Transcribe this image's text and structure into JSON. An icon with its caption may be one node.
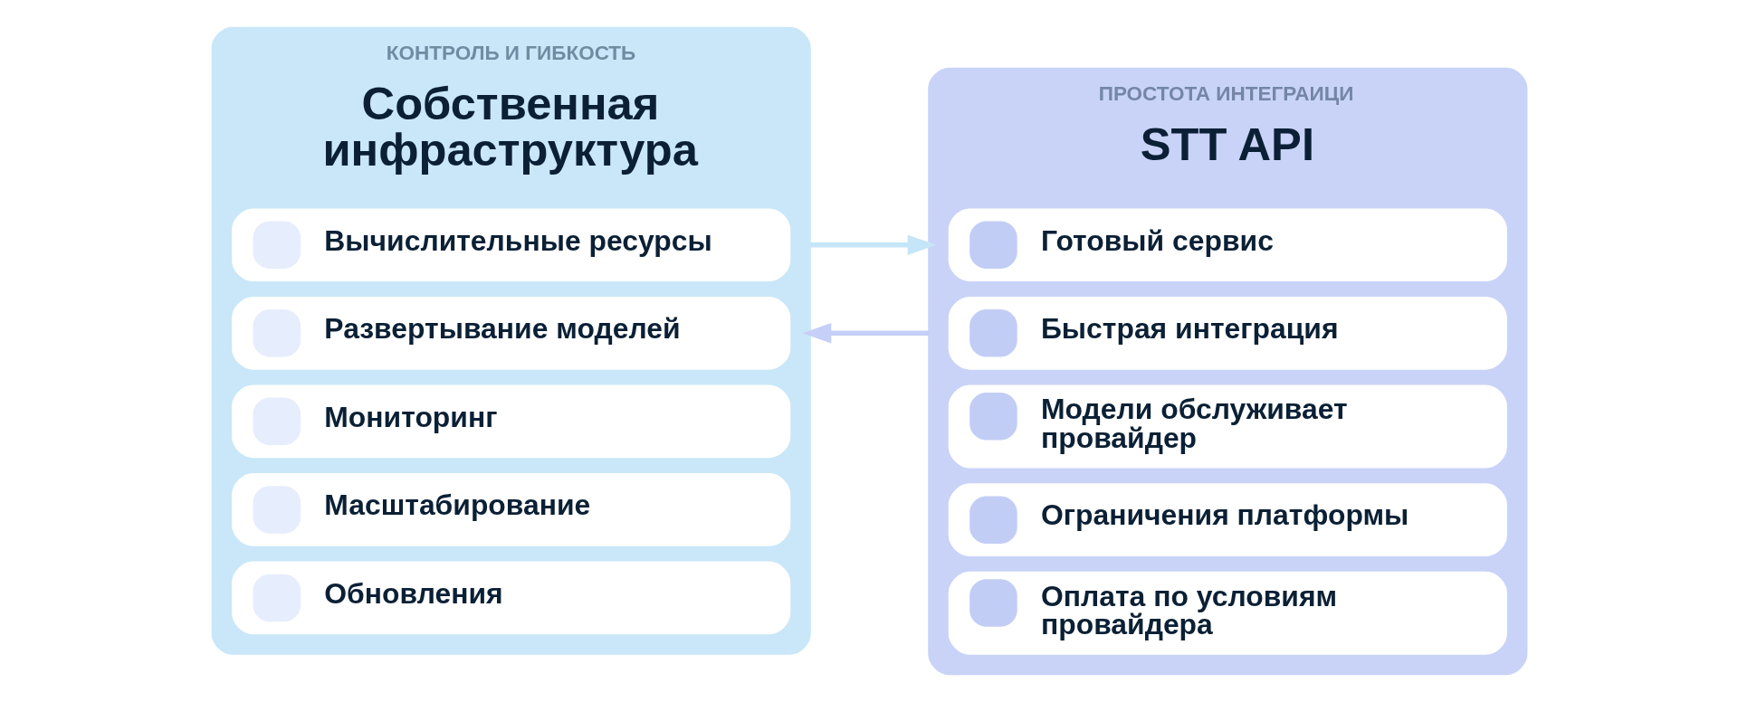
{
  "diagram": {
    "nodes": [
      {
        "text": [
          "КОНТРОЛЬ И ГИБКОСТЬ",
          "Собственная инфраструктура"
        ]
      },
      {
        "text": [
          "Вычислительные ресурсы"
        ],
        "in": 0
      },
      {
        "text": [
          "Развертывание моделей"
        ],
        "in": 0
      },
      {
        "text": [
          "Мониторинг"
        ],
        "in": 0
      },
      {
        "text": [
          "Масштабирование"
        ],
        "in": 0
      },
      {
        "text": [
          "Обновления"
        ],
        "in": 0
      },
      {
        "text": [
          "ПРОСТОТА ИНТЕГРАИЦИ",
          "STT API"
        ]
      },
      {
        "text": [
          "Готовый сервис"
        ],
        "in": 6
      },
      {
        "text": [
          "Быстрая интеграция"
        ],
        "in": 6
      },
      {
        "text": [
          "Модели обслуживает провайдер"
        ],
        "in": 6
      },
      {
        "text": [
          "Ограничения платформы"
        ],
        "in": 6
      },
      {
        "text": [
          "Оплата по условиям провайдера"
        ],
        "in": 6
      }
    ],
    "edges": [
      {
        "from": 0,
        "to": 6,
        "arrow": "to",
        "color": "#c5e5f8"
      },
      {
        "from": 6,
        "to": 0,
        "arrow": "to",
        "color": "#c5cff7"
      }
    ]
  }
}
